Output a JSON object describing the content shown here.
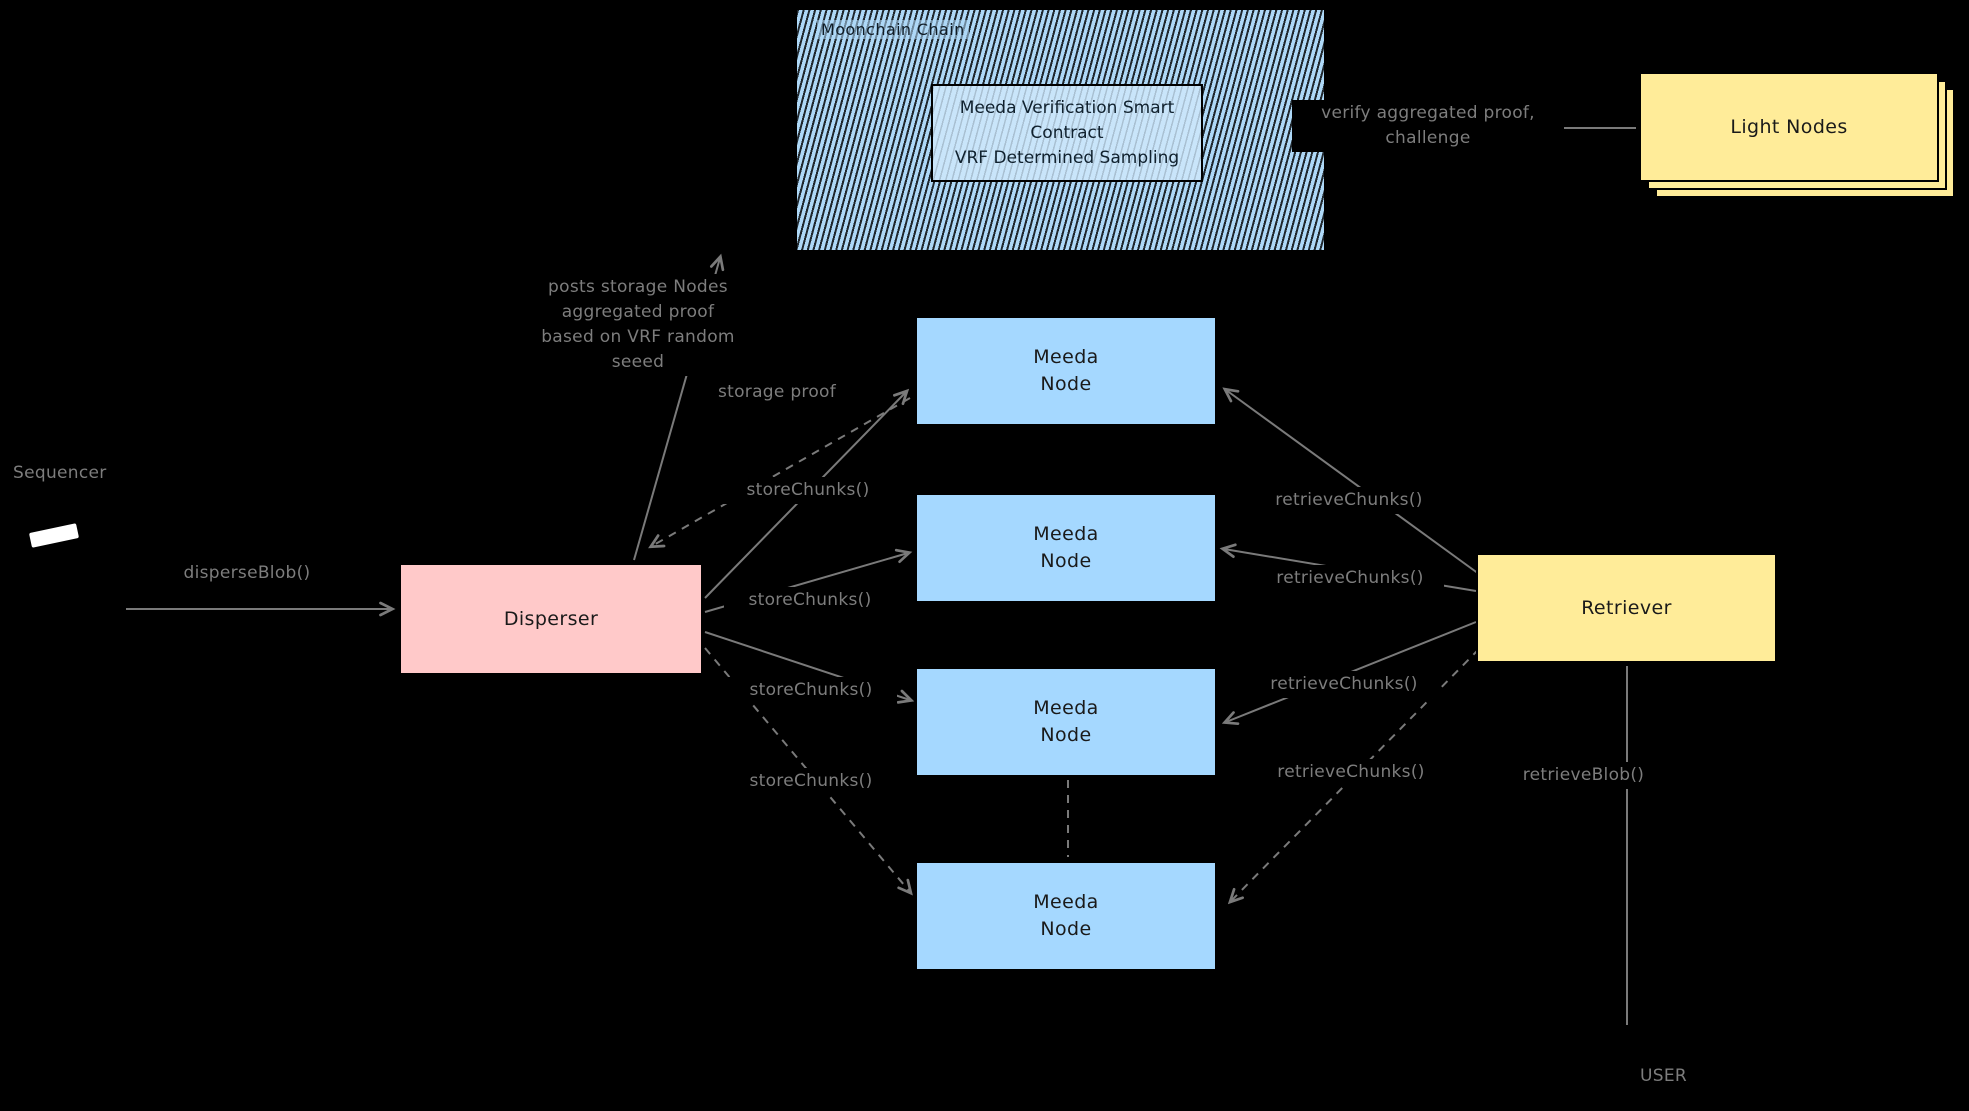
{
  "colors": {
    "bg": "#000000",
    "line": "#7a7a7a",
    "edge-label": "#7d7d7d",
    "node-fill": "#a5d8ff",
    "disperser-fill": "#ffc9c9",
    "retriever-fill": "#ffec99",
    "lightnodes-fill": "#ffec99",
    "chain-fill": "#aed8f7",
    "contract-fill": "#c9e5fa",
    "shape-border": "#000000",
    "shape-text": "#1a1a1a",
    "sequencer-marker": "#ffffff"
  },
  "chain": {
    "title": "Moonchain Chain",
    "contract_lines": [
      "Meeda Verification Smart",
      "Contract",
      "VRF Determined Sampling"
    ]
  },
  "light_nodes": {
    "label": "Light Nodes"
  },
  "sequencer": {
    "label": "Sequencer"
  },
  "disperser": {
    "label": "Disperser"
  },
  "retriever": {
    "label": "Retriever"
  },
  "user": {
    "label": "USER"
  },
  "meeda_node": {
    "line1": "Meeda",
    "line2": "Node"
  },
  "edges": {
    "verify_line1": "verify aggregated proof,",
    "verify_line2": "challenge",
    "disperse": "disperseBlob()",
    "posts_lines": [
      "posts storage Nodes",
      "aggregated proof",
      "based on VRF random",
      "seeed"
    ],
    "storage_proof": "storage proof",
    "store_chunks": "storeChunks()",
    "retrieve_chunks": "retrieveChunks()",
    "retrieve_blob": "retrieveBlob()"
  }
}
